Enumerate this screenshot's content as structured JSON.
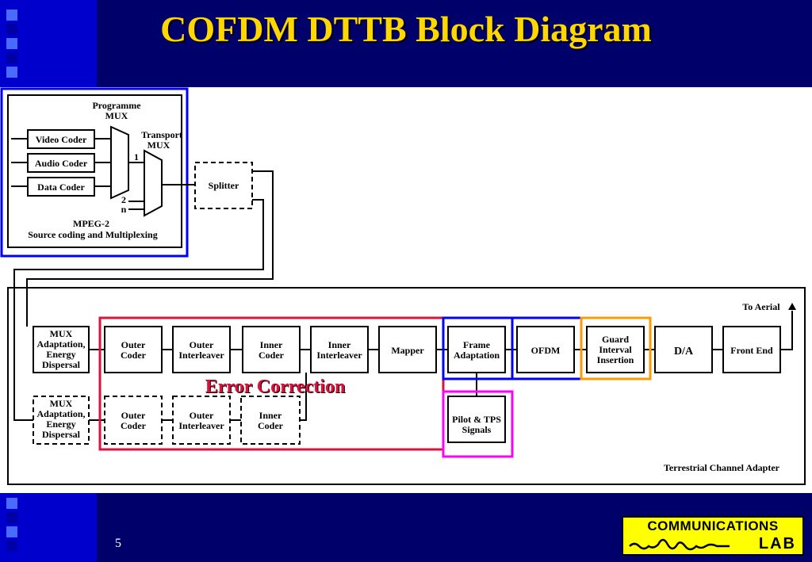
{
  "title": "COFDM DTTB Block Diagram",
  "page_number": "5",
  "logo": {
    "line1": "COMMUNICATIONS",
    "line2": "LAB"
  },
  "diagram": {
    "programme_mux": "Programme",
    "programme_mux2": "MUX",
    "transport_mux": "Transport",
    "transport_mux2": "MUX",
    "video_coder": "Video Coder",
    "audio_coder": "Audio Coder",
    "data_coder": "Data Coder",
    "input_1": "1",
    "input_2": "2",
    "input_n": "n",
    "mpeg_label1": "MPEG-2",
    "mpeg_label2": "Source coding and Multiplexing",
    "splitter": "Splitter",
    "mux_adapt1": [
      "MUX",
      "Adaptation,",
      "Energy",
      "Dispersal"
    ],
    "outer_coder": [
      "Outer",
      "Coder"
    ],
    "outer_interleaver": [
      "Outer",
      "Interleaver"
    ],
    "inner_coder": [
      "Inner",
      "Coder"
    ],
    "inner_interleaver": [
      "Inner",
      "Interleaver"
    ],
    "mapper": "Mapper",
    "frame_adaptation": [
      "Frame",
      "Adaptation"
    ],
    "ofdm": "OFDM",
    "guard_interval": [
      "Guard",
      "Interval",
      "Insertion"
    ],
    "da": "D/A",
    "front_end": "Front End",
    "to_aerial": "To Aerial",
    "error_correction": "Error Correction",
    "pilot_tps": [
      "Pilot & TPS",
      "Signals"
    ],
    "terrestrial": "Terrestrial  Channel Adapter"
  },
  "colors": {
    "error_correction_box": "#e0103c",
    "frame_box": "#0000ff",
    "guard_box": "#ff9900",
    "pilot_box": "#ff00ff",
    "mpeg_box": "#0000ff"
  }
}
